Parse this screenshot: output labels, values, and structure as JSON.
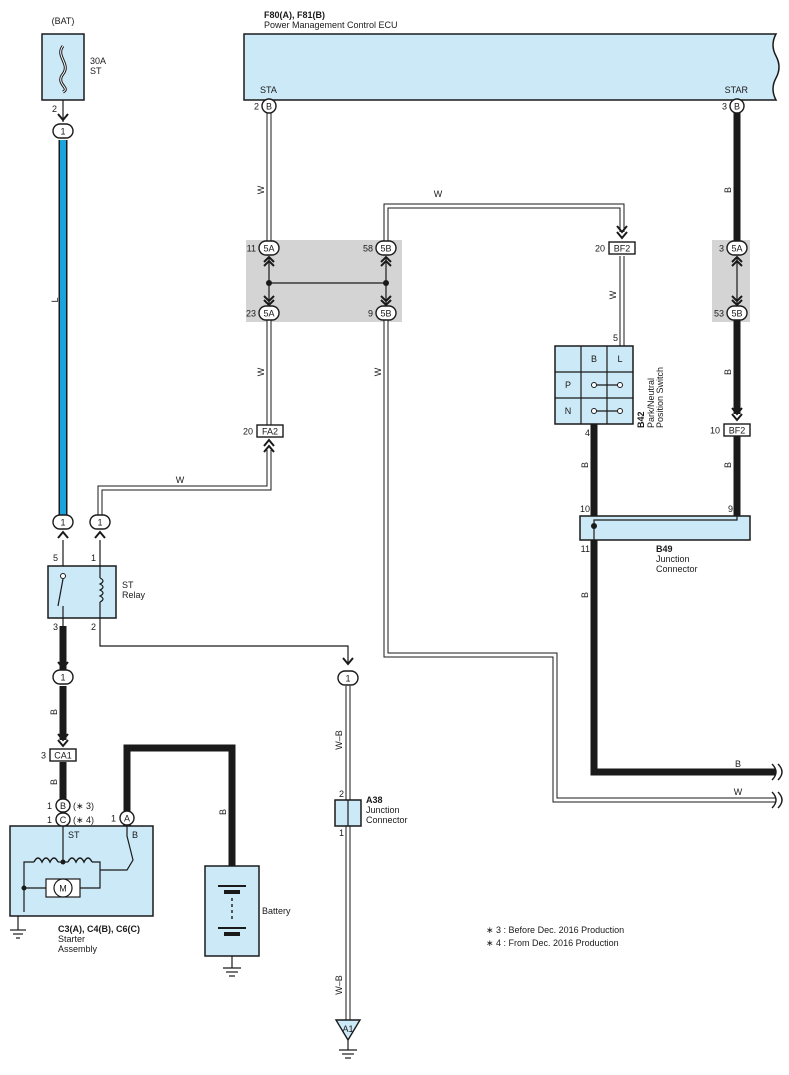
{
  "ecu": {
    "ref": "F80(A), F81(B)",
    "name": "Power Management Control ECU",
    "pin_left": "STA",
    "pin_right": "STAR",
    "pin_left_num": "2",
    "pin_right_num": "3",
    "conn": "B"
  },
  "fuse": {
    "label": "(BAT)",
    "rating": "30A",
    "name": "ST",
    "pin_out": "2",
    "conn_top": "1"
  },
  "relay": {
    "name": "ST",
    "name2": "Relay",
    "pin5": "5",
    "pin1": "1",
    "pin3": "3",
    "pin2": "2",
    "conn_in_left": "1",
    "conn_in_right": "1",
    "conn_out_left": "1"
  },
  "starter": {
    "ref": "C3(A), C4(B), C6(C)",
    "name": "Starter",
    "name2": "Assembly",
    "terminal_st": "ST",
    "terminal_b": "B",
    "pin_b": "1",
    "pin_c": "1",
    "conn_b": "B",
    "conn_c": "C",
    "conn_a": "A",
    "note_b": "(∗ 3)",
    "note_c": "(∗ 4)",
    "motor": "M"
  },
  "ca1": {
    "pin": "3",
    "label": "CA1"
  },
  "battery": {
    "name": "Battery"
  },
  "a38": {
    "ref": "A38",
    "name": "Junction",
    "name2": "Connector",
    "pin_top": "2",
    "pin_bottom": "1",
    "conn": "1"
  },
  "a1": {
    "label": "A1"
  },
  "junction_left": {
    "pin_tl": "11",
    "pin_tr": "58",
    "pin_bl": "23",
    "pin_br": "9",
    "c_tl": "5A",
    "c_tr": "5B",
    "c_bl": "5A",
    "c_br": "5B"
  },
  "junction_right": {
    "pin_t": "3",
    "pin_b": "53",
    "c_t": "5A",
    "c_b": "5B"
  },
  "fa2": {
    "pin": "20",
    "label": "FA2"
  },
  "bf2_left": {
    "pin": "20",
    "label": "BF2"
  },
  "bf2_right": {
    "pin": "10",
    "label": "BF2"
  },
  "pnp": {
    "ref": "B42",
    "name": "Park/Neutral",
    "name2": "Position Switch",
    "pin_top": "5",
    "pin_bottom": "4",
    "col_b": "B",
    "col_l": "L",
    "row_p": "P",
    "row_n": "N"
  },
  "b49": {
    "ref": "B49",
    "name": "Junction",
    "name2": "Connector",
    "pin_left": "10",
    "pin_right": "9",
    "pin_bottom": "11"
  },
  "wires": {
    "W": "W",
    "B": "B",
    "L": "L",
    "WB": "W–B"
  },
  "notes": [
    "∗ 3 : Before Dec.  2016 Production",
    "∗ 4 : From Dec.  2016 Production"
  ]
}
